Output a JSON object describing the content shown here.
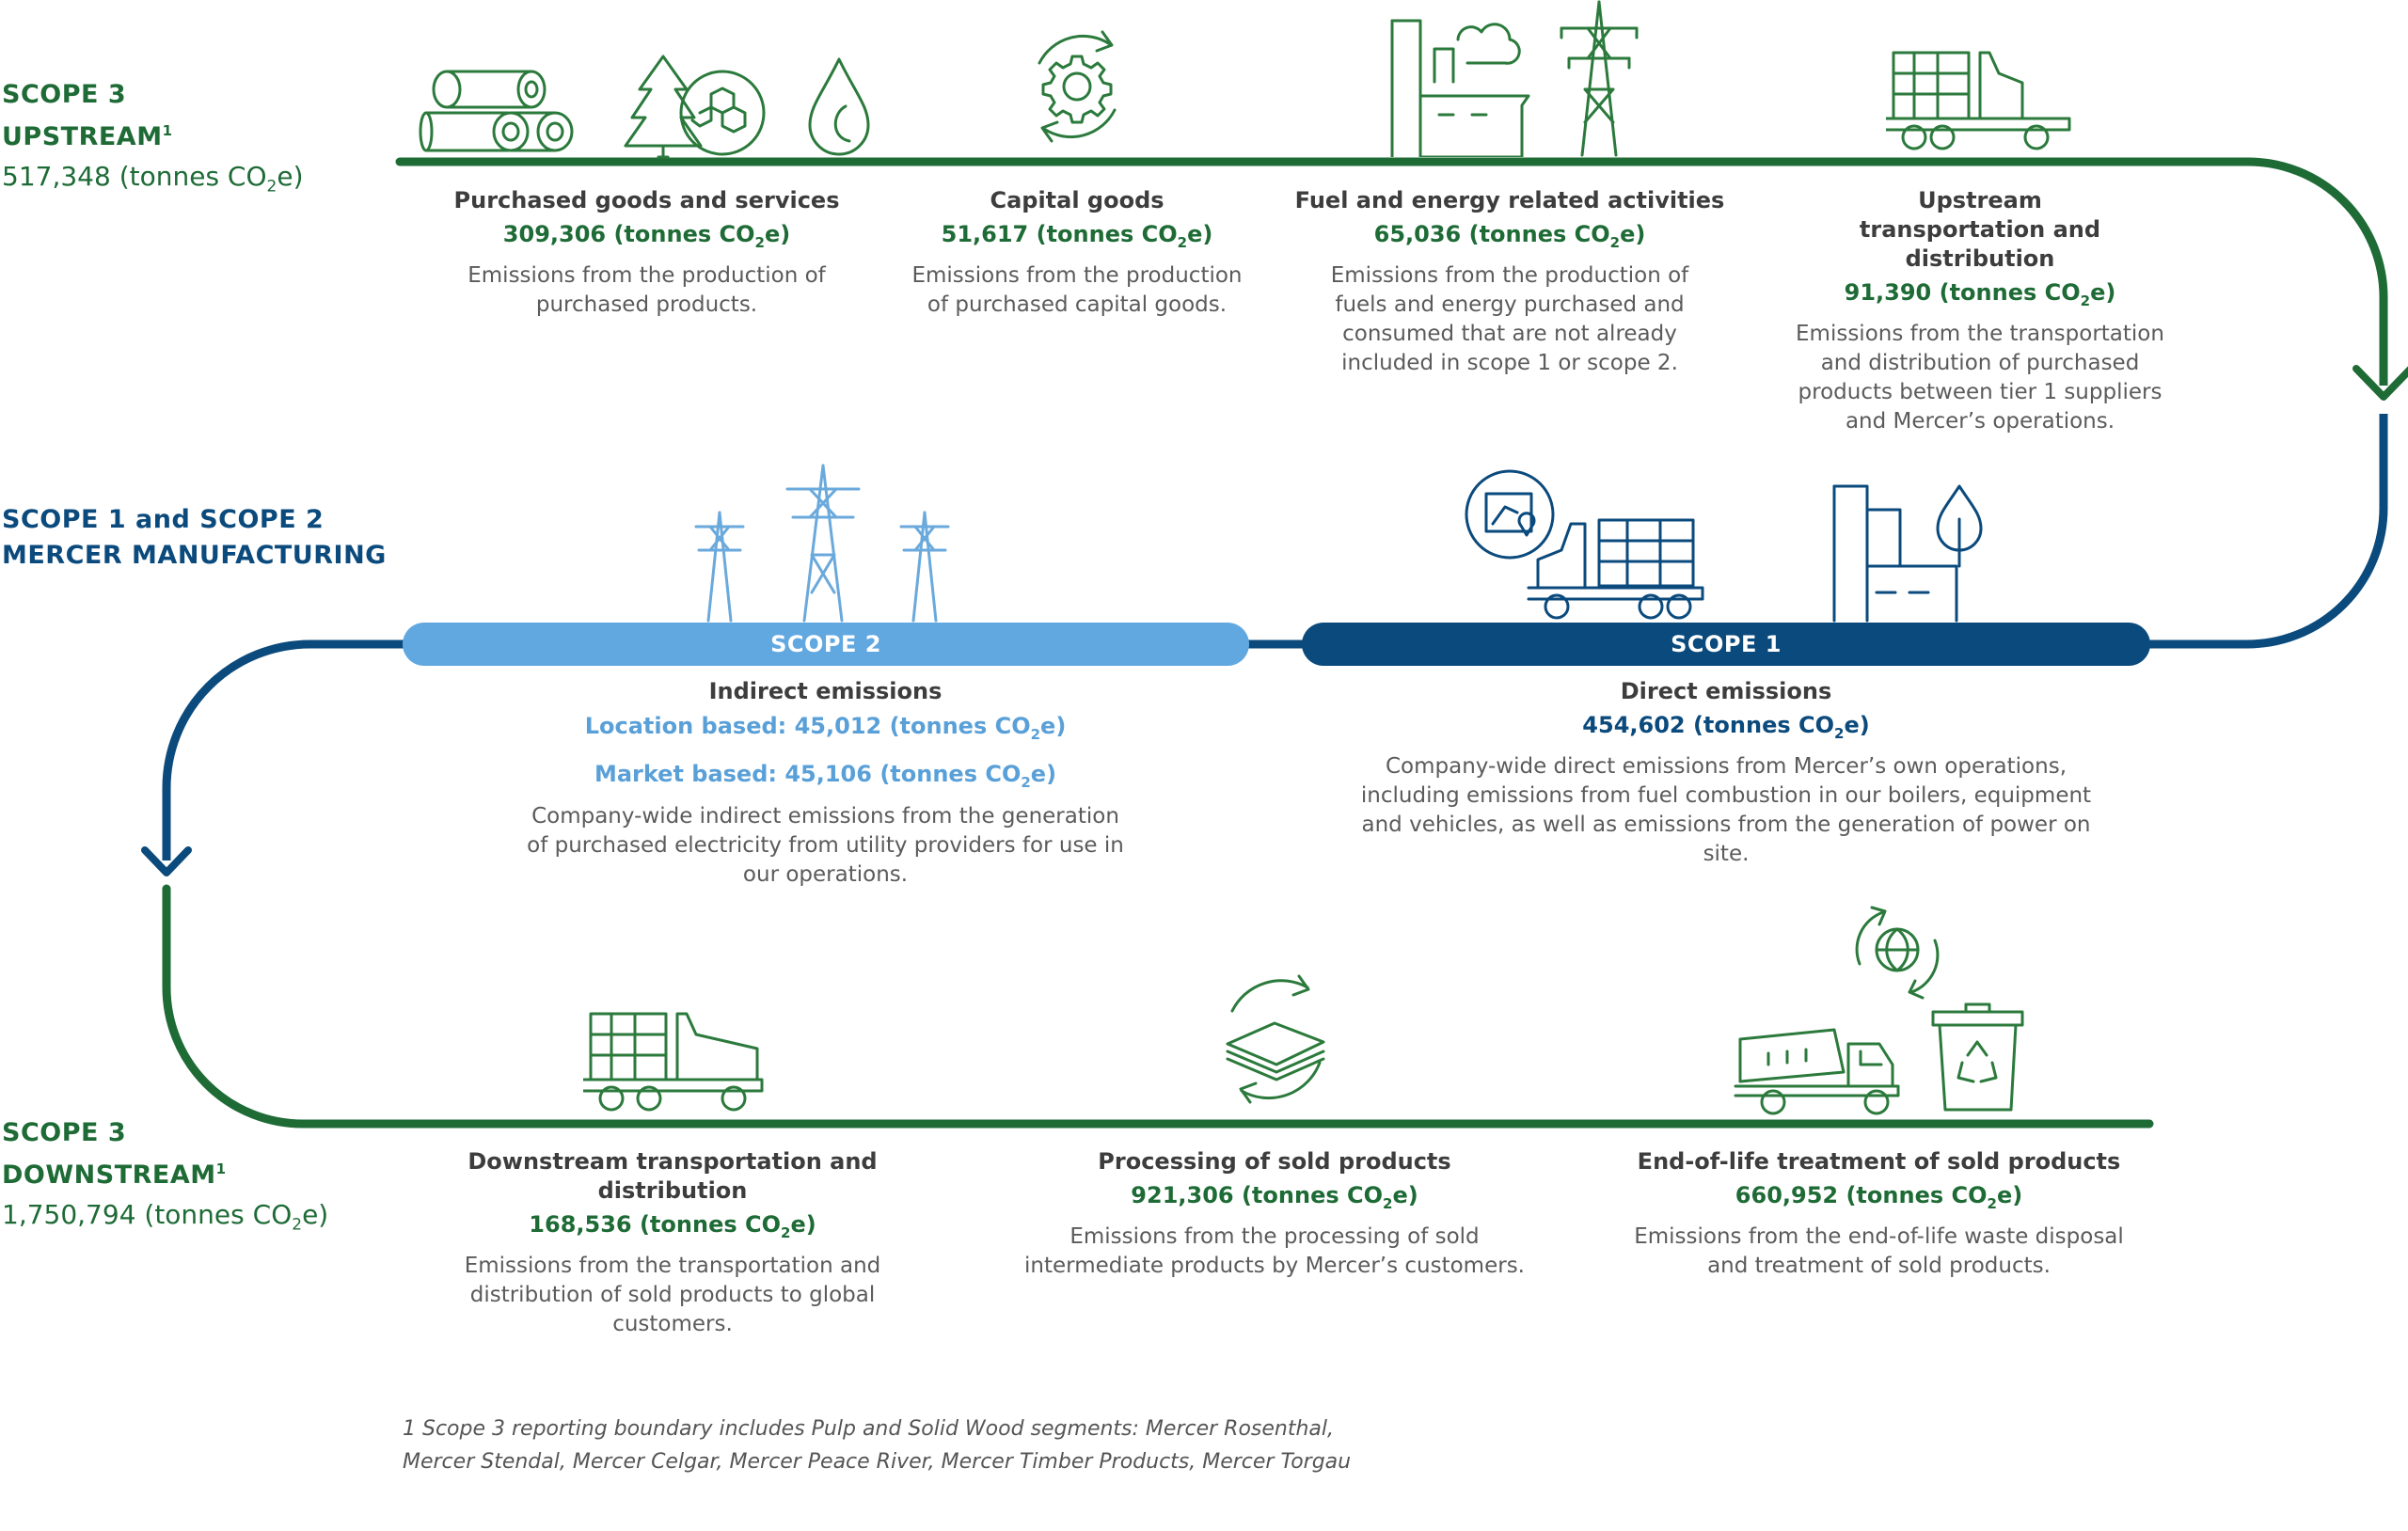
{
  "upstream": {
    "heading_line1": "SCOPE 3",
    "heading_line2": "UPSTREAM",
    "sup": "1",
    "total": "517,348 (tonnes CO",
    "total_sub": "2",
    "total_tail": "e)",
    "items": [
      {
        "title": "Purchased goods and services",
        "value": "309,306 (tonnes CO",
        "desc": "Emissions from the production of purchased products."
      },
      {
        "title": "Capital goods",
        "value": "51,617 (tonnes CO",
        "desc": "Emissions from the production of purchased capital goods."
      },
      {
        "title": "Fuel and energy related activities",
        "value": "65,036 (tonnes CO",
        "desc": "Emissions from the production of fuels and energy purchased and consumed that are not already included in scope 1 or scope 2."
      },
      {
        "title": "Upstream transportation and distribution",
        "value": "91,390 (tonnes CO",
        "desc": "Emissions from the transportation and distribution of purchased products between tier 1 suppliers and Mercer’s operations."
      }
    ]
  },
  "manufacturing": {
    "heading_line1": "SCOPE 1 and SCOPE 2",
    "heading_line2": "MERCER MANUFACTURING",
    "scope2": {
      "bar_label": "SCOPE 2",
      "title": "Indirect emissions",
      "location_value": "Location based: 45,012 (tonnes CO",
      "market_value": "Market based: 45,106 (tonnes CO",
      "desc": "Company-wide indirect emissions from the generation of purchased electricity from utility providers for use in our operations."
    },
    "scope1": {
      "bar_label": "SCOPE 1",
      "title": "Direct emissions",
      "value": "454,602 (tonnes CO",
      "desc": "Company-wide direct emissions from Mercer’s own operations, including emissions from fuel combustion in our boilers, equipment and vehicles, as well as emissions from the generation of power on site."
    }
  },
  "downstream": {
    "heading_line1": "SCOPE 3",
    "heading_line2": "DOWNSTREAM",
    "sup": "1",
    "total": "1,750,794 (tonnes CO",
    "total_sub": "2",
    "total_tail": "e)",
    "items": [
      {
        "title": "Downstream transportation and distribution",
        "value": "168,536 (tonnes CO",
        "desc": "Emissions from the transportation and distribution of sold products to global customers."
      },
      {
        "title": "Processing of sold products",
        "value": "921,306 (tonnes CO",
        "desc": "Emissions from the processing of sold intermediate products by Mercer’s customers."
      },
      {
        "title": "End-of-life treatment of sold products",
        "value": "660,952 (tonnes CO",
        "desc": "Emissions from the end-of-life waste disposal and treatment of sold products."
      }
    ]
  },
  "unit_sub": "2",
  "unit_tail": "e)",
  "footnote_line1": "1 Scope 3 reporting boundary includes Pulp and Solid Wood segments: Mercer Rosenthal,",
  "footnote_line2": "Mercer Stendal, Mercer Celgar, Mercer Peace River, Mercer Timber Products, Mercer Torgau",
  "colors": {
    "green": "#1e6b36",
    "dark_blue": "#0b4a7c",
    "light_blue": "#62a8e0"
  }
}
